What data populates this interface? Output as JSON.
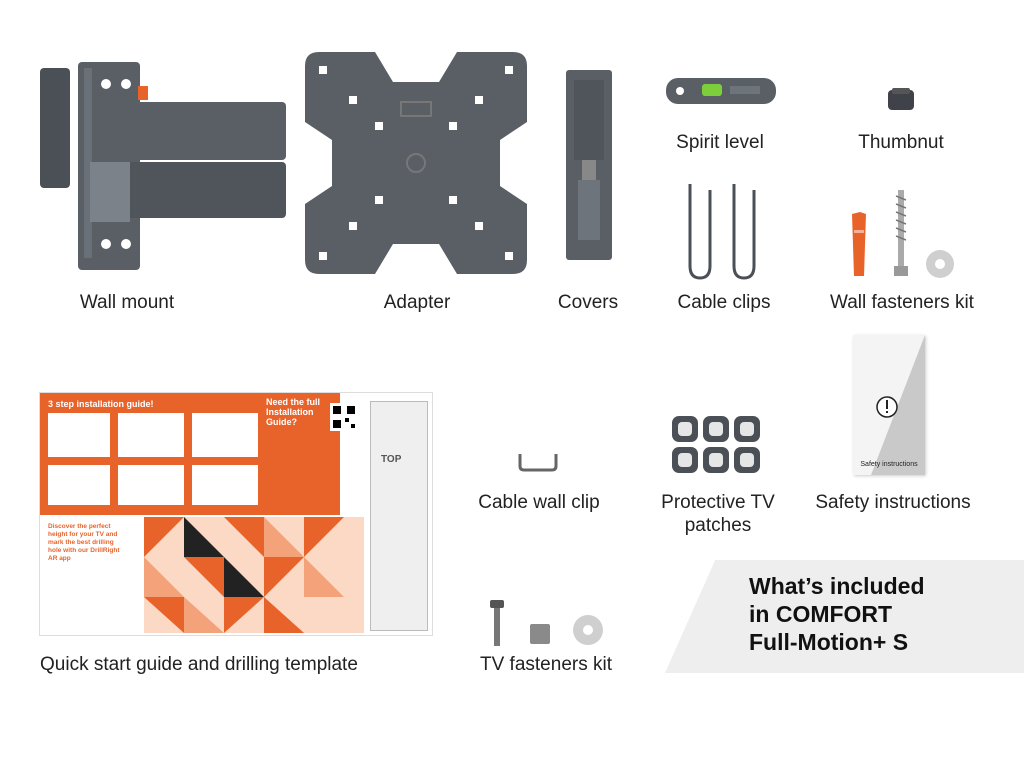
{
  "items": {
    "wall_mount": "Wall mount",
    "adapter": "Adapter",
    "covers": "Covers",
    "spirit_level": "Spirit level",
    "thumbnut": "Thumbnut",
    "cable_clips": "Cable clips",
    "wall_fasteners": "Wall fasteners kit",
    "cable_wall_clip": "Cable wall clip",
    "protective_patches_line1": "Protective TV",
    "protective_patches_line2": "patches",
    "safety_instructions": "Safety instructions",
    "quick_start": "Quick start guide and drilling template",
    "tv_fasteners": "TV fasteners kit"
  },
  "guide": {
    "title": "3 step installation guide!",
    "need_full": "Need the full Installation Guide?",
    "bottom_text": "Discover the perfect height for your TV and mark the best drilling hole with our DrillRight AR app",
    "template_top": "TOP"
  },
  "safety_card": {
    "text": "Safety instructions"
  },
  "panel": {
    "line1": "What’s included",
    "line2": "in COMFORT",
    "line3": "Full-Motion+ S"
  },
  "colors": {
    "product_gray": "#5a5f66",
    "brand_orange": "#e8632a",
    "panel_bg": "#eeeeee"
  }
}
